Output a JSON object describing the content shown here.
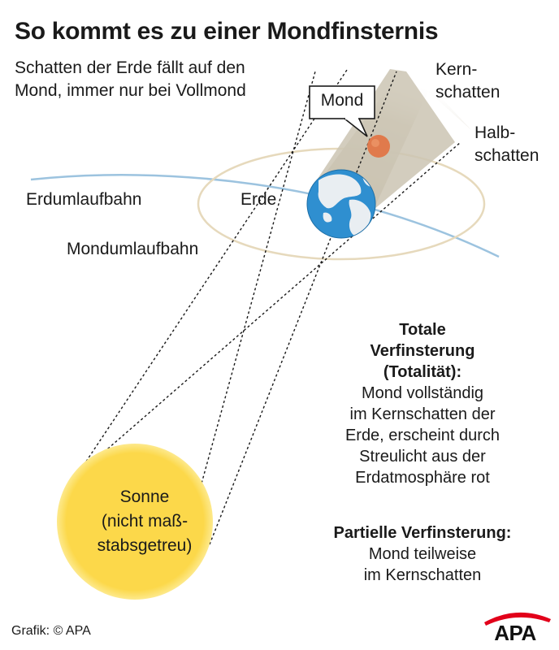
{
  "title": "So kommt es zu einer Mondfinsternis",
  "subtitle": "Schatten der Erde fällt auf den Mond, immer nur bei Vollmond",
  "labels": {
    "mond": "Mond",
    "kernschatten_1": "Kern-",
    "kernschatten_2": "schatten",
    "halbschatten_1": "Halb-",
    "halbschatten_2": "schatten",
    "erde": "Erde",
    "erdumlaufbahn": "Erdumlaufbahn",
    "mondumlaufbahn": "Mondumlaufbahn",
    "sonne_1": "Sonne",
    "sonne_2": "(nicht maß-",
    "sonne_3": "stabsgetreu)"
  },
  "info": {
    "total_head_1": "Totale",
    "total_head_2": "Verfinsterung",
    "total_head_3": "(Totalität):",
    "total_body_1": "Mond vollständig",
    "total_body_2": "im Kernschatten der",
    "total_body_3": "Erde, erscheint durch",
    "total_body_4": "Streulicht aus der",
    "total_body_5": "Erdatmosphäre rot",
    "partial_head": "Partielle Verfinsterung:",
    "partial_body_1": "Mond teilweise",
    "partial_body_2": "im Kernschatten"
  },
  "credit": "Grafik: © APA",
  "logo": "APA",
  "colors": {
    "sun": "#fcd84a",
    "sun_edge": "#fbe98a",
    "earth_ocean": "#2f8fd0",
    "moon": "#e07a4c",
    "orbit_moon": "#e8dcc0",
    "orbit_earth": "#9cc3df",
    "umbra": "#c9c2b2",
    "logo_red": "#e2001a"
  }
}
